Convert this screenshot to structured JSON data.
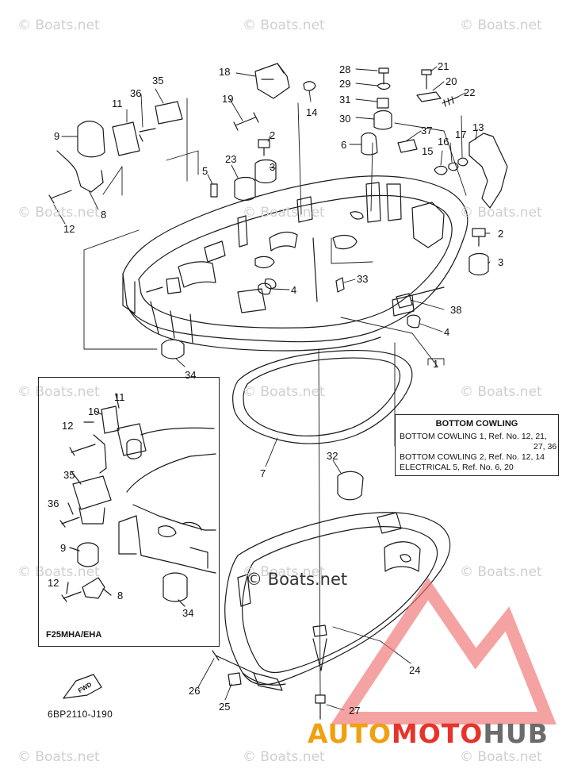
{
  "watermarks": [
    {
      "text": "© Boats.net"
    },
    {
      "text": "© Boats.net"
    },
    {
      "text": "© Boats.net"
    },
    {
      "text": "© Boats.net"
    },
    {
      "text": "© Boats.net"
    },
    {
      "text": "© Boats.net"
    },
    {
      "text": "© Boats.net"
    },
    {
      "text": "© Boats.net"
    },
    {
      "text": "© Boats.net"
    },
    {
      "text": "© Boats.net"
    },
    {
      "text": "© Boats.net"
    },
    {
      "text": "© Boats.net"
    },
    {
      "text": "© Boats.net"
    },
    {
      "text": "© Boats.net"
    },
    {
      "text": "© Boats.net"
    }
  ],
  "center_watermark": "© Boats.net",
  "callouts": [
    "18",
    "28",
    "21",
    "29",
    "20",
    "31",
    "22",
    "30",
    "14",
    "19",
    "35",
    "36",
    "11",
    "9",
    "8",
    "12",
    "2",
    "3",
    "6",
    "37",
    "13",
    "15",
    "16",
    "17",
    "23",
    "5",
    "2",
    "3",
    "33",
    "4",
    "38",
    "4",
    "34",
    "1",
    "7",
    "32",
    "24",
    "26",
    "25",
    "27",
    "11",
    "10",
    "12",
    "35",
    "36",
    "9",
    "12",
    "8",
    "34"
  ],
  "legend": {
    "title": "BOTTOM COWLING",
    "lines": [
      "BOTTOM COWLING 1,  Ref. No. 12, 21,",
      "27, 36",
      "BOTTOM COWLING 2,  Ref. No. 12, 14",
      "ELECTRICAL 5,  Ref. No. 6, 20"
    ]
  },
  "inset_caption": "F25MHA/EHA",
  "fwd_label": "FWD",
  "part_code": "6BP2110-J190",
  "brand": {
    "part1": "AUTO",
    "part2": "MOTO",
    "part3": "HUB"
  },
  "colors": {
    "brand_orange": "#f0a010",
    "brand_red": "#e8332a",
    "brand_gray": "#6b6b6b",
    "logo_red": "#f07070"
  }
}
